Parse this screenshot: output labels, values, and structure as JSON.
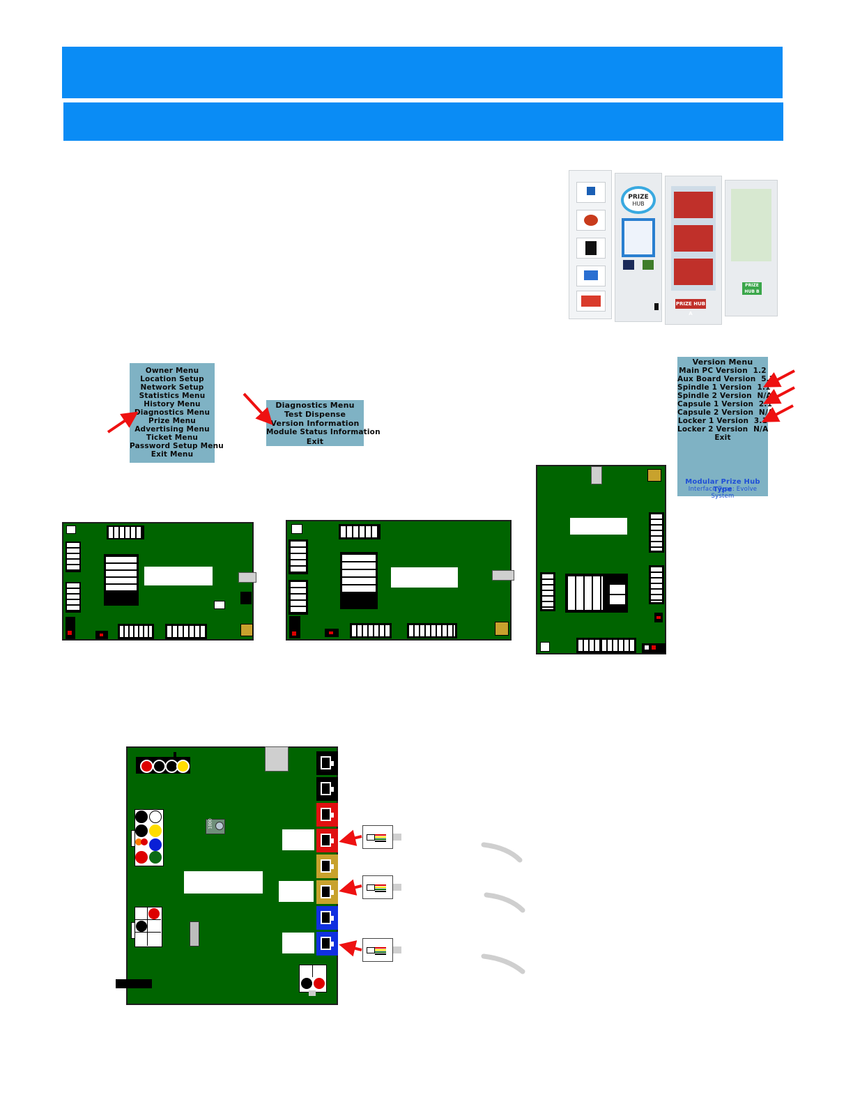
{
  "banners": {
    "top": "",
    "second": ""
  },
  "owner_menu": {
    "lines": [
      "Owner Menu",
      "Location Setup",
      "Network Setup",
      "Statistics Menu",
      "History Menu",
      "Diagnostics Menu",
      "Prize Menu",
      "Advertising Menu",
      "Ticket Menu",
      "Password Setup Menu",
      "Exit Menu"
    ]
  },
  "diagnostics_menu": {
    "lines": [
      "Diagnostics Menu",
      "Test Dispense",
      "Version Information",
      "Module Status Information",
      "Exit"
    ]
  },
  "version_menu": {
    "title": "Version Menu",
    "rows": [
      {
        "label": "Main PC Version",
        "value": "1.2"
      },
      {
        "label": "Aux Board Version",
        "value": "5.2"
      },
      {
        "label": "Spindle 1 Version",
        "value": "1.1"
      },
      {
        "label": "Spindle 2 Version",
        "value": "N/A"
      },
      {
        "label": "Capsule 1 Version",
        "value": "2.1"
      },
      {
        "label": "Capsule 2 Version",
        "value": "N/A"
      },
      {
        "label": "Locker 1 Version",
        "value": "3.1"
      },
      {
        "label": "Locker 2 Version",
        "value": "N/A"
      }
    ],
    "exit": "Exit",
    "footer_type": "Modular Prize Hub Type",
    "footer_interface": "Interface Type: Evolve System"
  },
  "machine_photo": {
    "logo_line1": "PRIZE",
    "logo_line2": "HUB",
    "hub_a_label": "PRIZE HUB A",
    "hub_b_label": "PRIZE HUB B"
  },
  "board_chip_label": "1000",
  "colors": {
    "banner": "#0a8cf5",
    "pcb": "#006400",
    "screen": "#7fb2c4",
    "arrow": "#ee1111",
    "footer_text": "#1f4fd6"
  }
}
